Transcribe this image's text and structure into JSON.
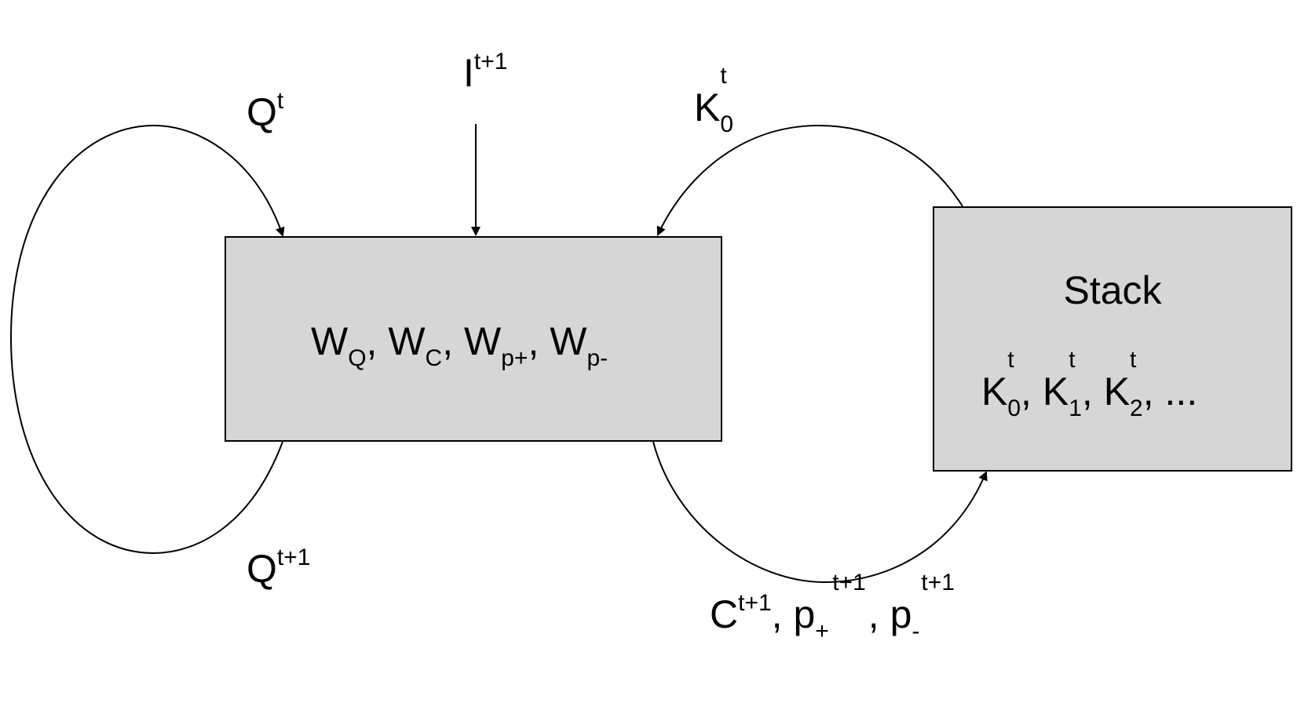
{
  "controller": {
    "w_base": "W",
    "w_subs": [
      "Q",
      "C",
      "p+",
      "p-"
    ],
    "fill": "#d6d6d6"
  },
  "stack": {
    "title": "Stack",
    "k_base": "K",
    "k_sup": "t",
    "k_subs": [
      "0",
      "1",
      "2"
    ],
    "ellipsis": "...",
    "fill": "#d6d6d6"
  },
  "labels": {
    "q_in": {
      "base": "Q",
      "sup": "t"
    },
    "q_out": {
      "base": "Q",
      "sup": "t+1"
    },
    "i_in": {
      "base": "I",
      "sup": "t+1"
    },
    "k_in": {
      "base": "K",
      "sup": "t",
      "sub": "0"
    },
    "outputs": {
      "c": {
        "base": "C",
        "sup": "t+1"
      },
      "p_plus": {
        "base": "p",
        "sub": "+",
        "sup": "t+1"
      },
      "p_minus": {
        "base": "p",
        "sub": "-",
        "sup": "t+1"
      }
    }
  },
  "colors": {
    "stroke": "#000000",
    "box_fill": "#d6d6d6",
    "background": "#ffffff"
  }
}
